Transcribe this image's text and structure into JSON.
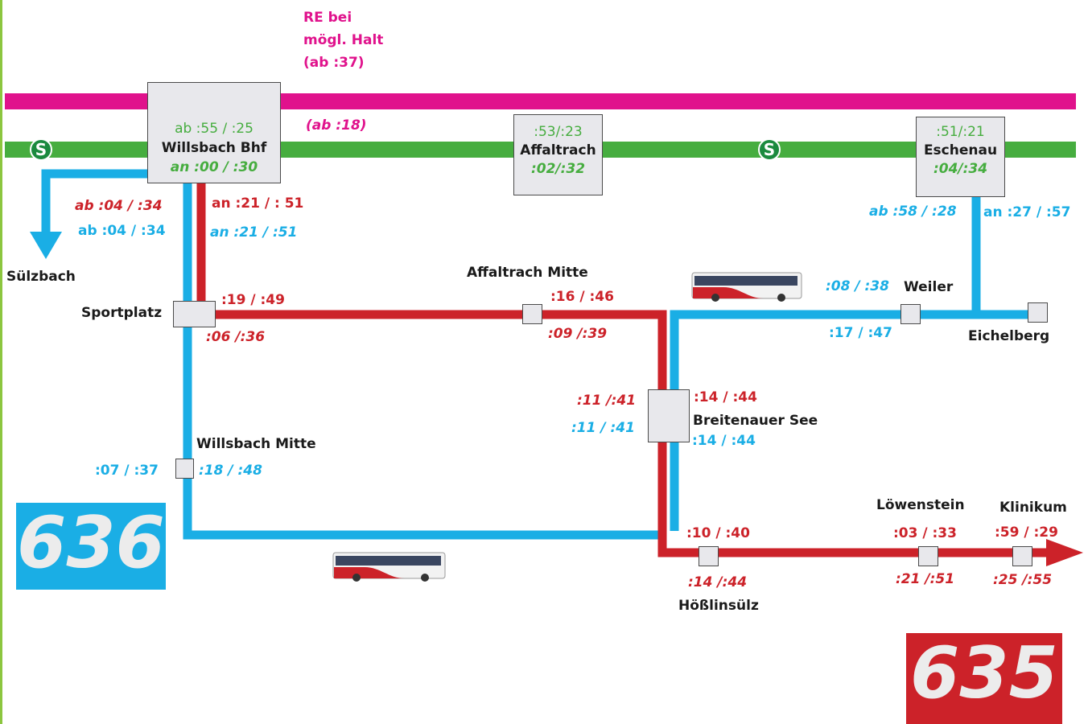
{
  "colors": {
    "line636": "#1aaee5",
    "line635": "#cc2229",
    "sbahn": "#46ad3f",
    "re": "#e0128c",
    "stop_fill": "#e8e8ec"
  },
  "re": {
    "note": "RE bei\nmögl. Halt\n(ab :37)",
    "label": "RE",
    "time": "(ab :18)"
  },
  "sbahn_icon": "S",
  "willsbach_bhf": {
    "dep": "ab :55 / :25",
    "name": "Willsbach Bhf",
    "arr": "an :00 / :30"
  },
  "affaltrach": {
    "dep": ":53/:23",
    "name": "Affaltrach",
    "arr": ":02/:32"
  },
  "eschenau": {
    "dep": ":51/:21",
    "name": "Eschenau",
    "arr": ":04/:34"
  },
  "labels": {
    "bhf_red_dep": "ab :04 / :34",
    "bhf_blue_dep": "ab :04 / :34",
    "bhf_red_arr": "an :21 / : 51",
    "bhf_blue_arr": "an :21 / :51",
    "eschenau_blue_dep": "ab :58 / :28",
    "eschenau_blue_arr": "an :27 / :57",
    "suelzbach": "Sülzbach",
    "sportplatz": "Sportplatz",
    "sportplatz_red": ":19 / :49",
    "sportplatz_italic": ":06 /:36",
    "affaltrach_mitte": "Affaltrach Mitte",
    "affaltrach_mitte_red": ":16 / :46",
    "affaltrach_mitte_italic": ":09 /:39",
    "weiler": "Weiler",
    "weiler_top": ":08 / :38",
    "weiler_bottom": ":17 / :47",
    "eichelberg": "Eichelberg",
    "breitenauer_see": "Breitenauer See",
    "bs_red_italic": ":11 /:41",
    "bs_blue_italic": ":11 / :41",
    "bs_red_right": ":14 / :44",
    "bs_blue_right": ":14 / :44",
    "willsbach_mitte": "Willsbach Mitte",
    "wm_left": ":07 / :37",
    "wm_right": ":18 / :48",
    "hoesslinsuelz": "Hößlinsülz",
    "hoess_top": ":10 / :40",
    "hoess_bottom": ":14 /:44",
    "loewenstein": "Löwenstein",
    "loew_top": ":03 / :33",
    "loew_bottom": ":21 /:51",
    "klinikum": "Klinikum",
    "klin_top": ":59 / :29",
    "klin_bottom": ":25 /:55"
  },
  "routes": {
    "r636": "636",
    "r635": "635"
  }
}
